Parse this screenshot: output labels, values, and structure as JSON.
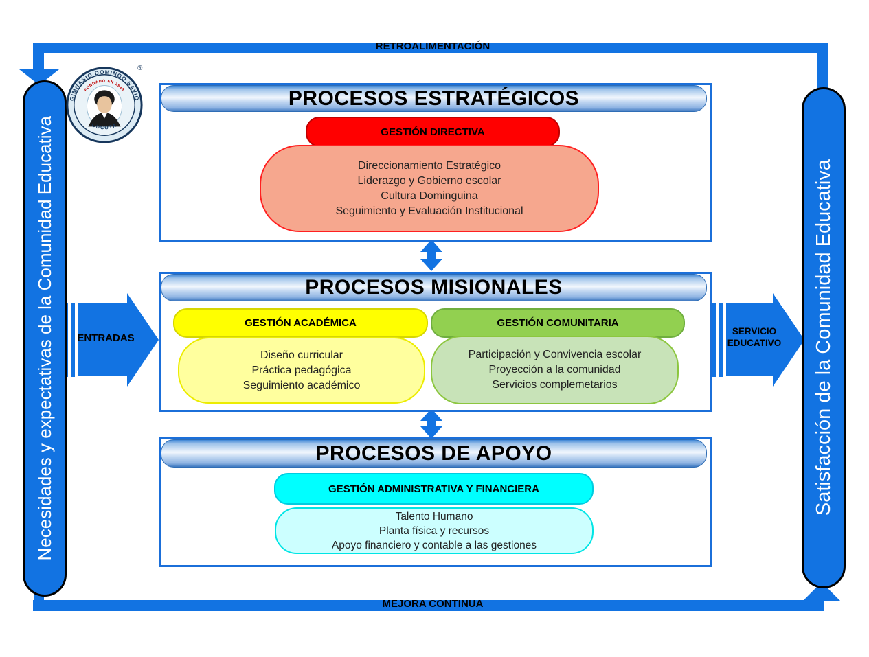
{
  "colors": {
    "primary_blue": "#1273E2",
    "box_border_blue": "#1B6FD9",
    "red": "#FF0000",
    "salmon": "#F6A78E",
    "yellow": "#FFFF00",
    "light_yellow": "#FFFF9E",
    "green": "#92D050",
    "light_green": "#C8E3B8",
    "cyan": "#00FFFF",
    "light_cyan": "#CCFFFF"
  },
  "feedback_loop": {
    "top_label": "RETROALIMENTACIÓN",
    "bottom_label": "MEJORA CONTINUA"
  },
  "left_bar": {
    "label": "Necesidades y expectativas de la Comunidad Educativa"
  },
  "right_bar": {
    "label": "Satisfacción de la Comunidad Educativa"
  },
  "input_arrow": {
    "label": "ENTRADAS"
  },
  "output_arrow": {
    "label": "SERVICIO EDUCATIVO"
  },
  "logo": {
    "institution": "GIMNASIO DOMINGO SAVIO",
    "founded": "FUNDADO EN 1949",
    "city": "CUCUTA",
    "registered": "®"
  },
  "sections": [
    {
      "title": "PROCESOS ESTRATÉGICOS",
      "groups": [
        {
          "name": "GESTIÓN DIRECTIVA",
          "items": [
            "Direccionamiento Estratégico",
            "Liderazgo y Gobierno escolar",
            "Cultura Dominguina",
            "Seguimiento y Evaluación Institucional"
          ]
        }
      ]
    },
    {
      "title": "PROCESOS MISIONALES",
      "groups": [
        {
          "name": "GESTIÓN ACADÉMICA",
          "items": [
            "Diseño curricular",
            "Práctica pedagógica",
            "Seguimiento académico"
          ]
        },
        {
          "name": "GESTIÓN COMUNITARIA",
          "items": [
            "Participación y Convivencia escolar",
            "Proyección a la comunidad",
            "Servicios complemetarios"
          ]
        }
      ]
    },
    {
      "title": "PROCESOS DE APOYO",
      "groups": [
        {
          "name": "GESTIÓN ADMINISTRATIVA Y FINANCIERA",
          "items": [
            "Talento Humano",
            "Planta física y recursos",
            "Apoyo financiero y contable a las gestiones"
          ]
        }
      ]
    }
  ]
}
